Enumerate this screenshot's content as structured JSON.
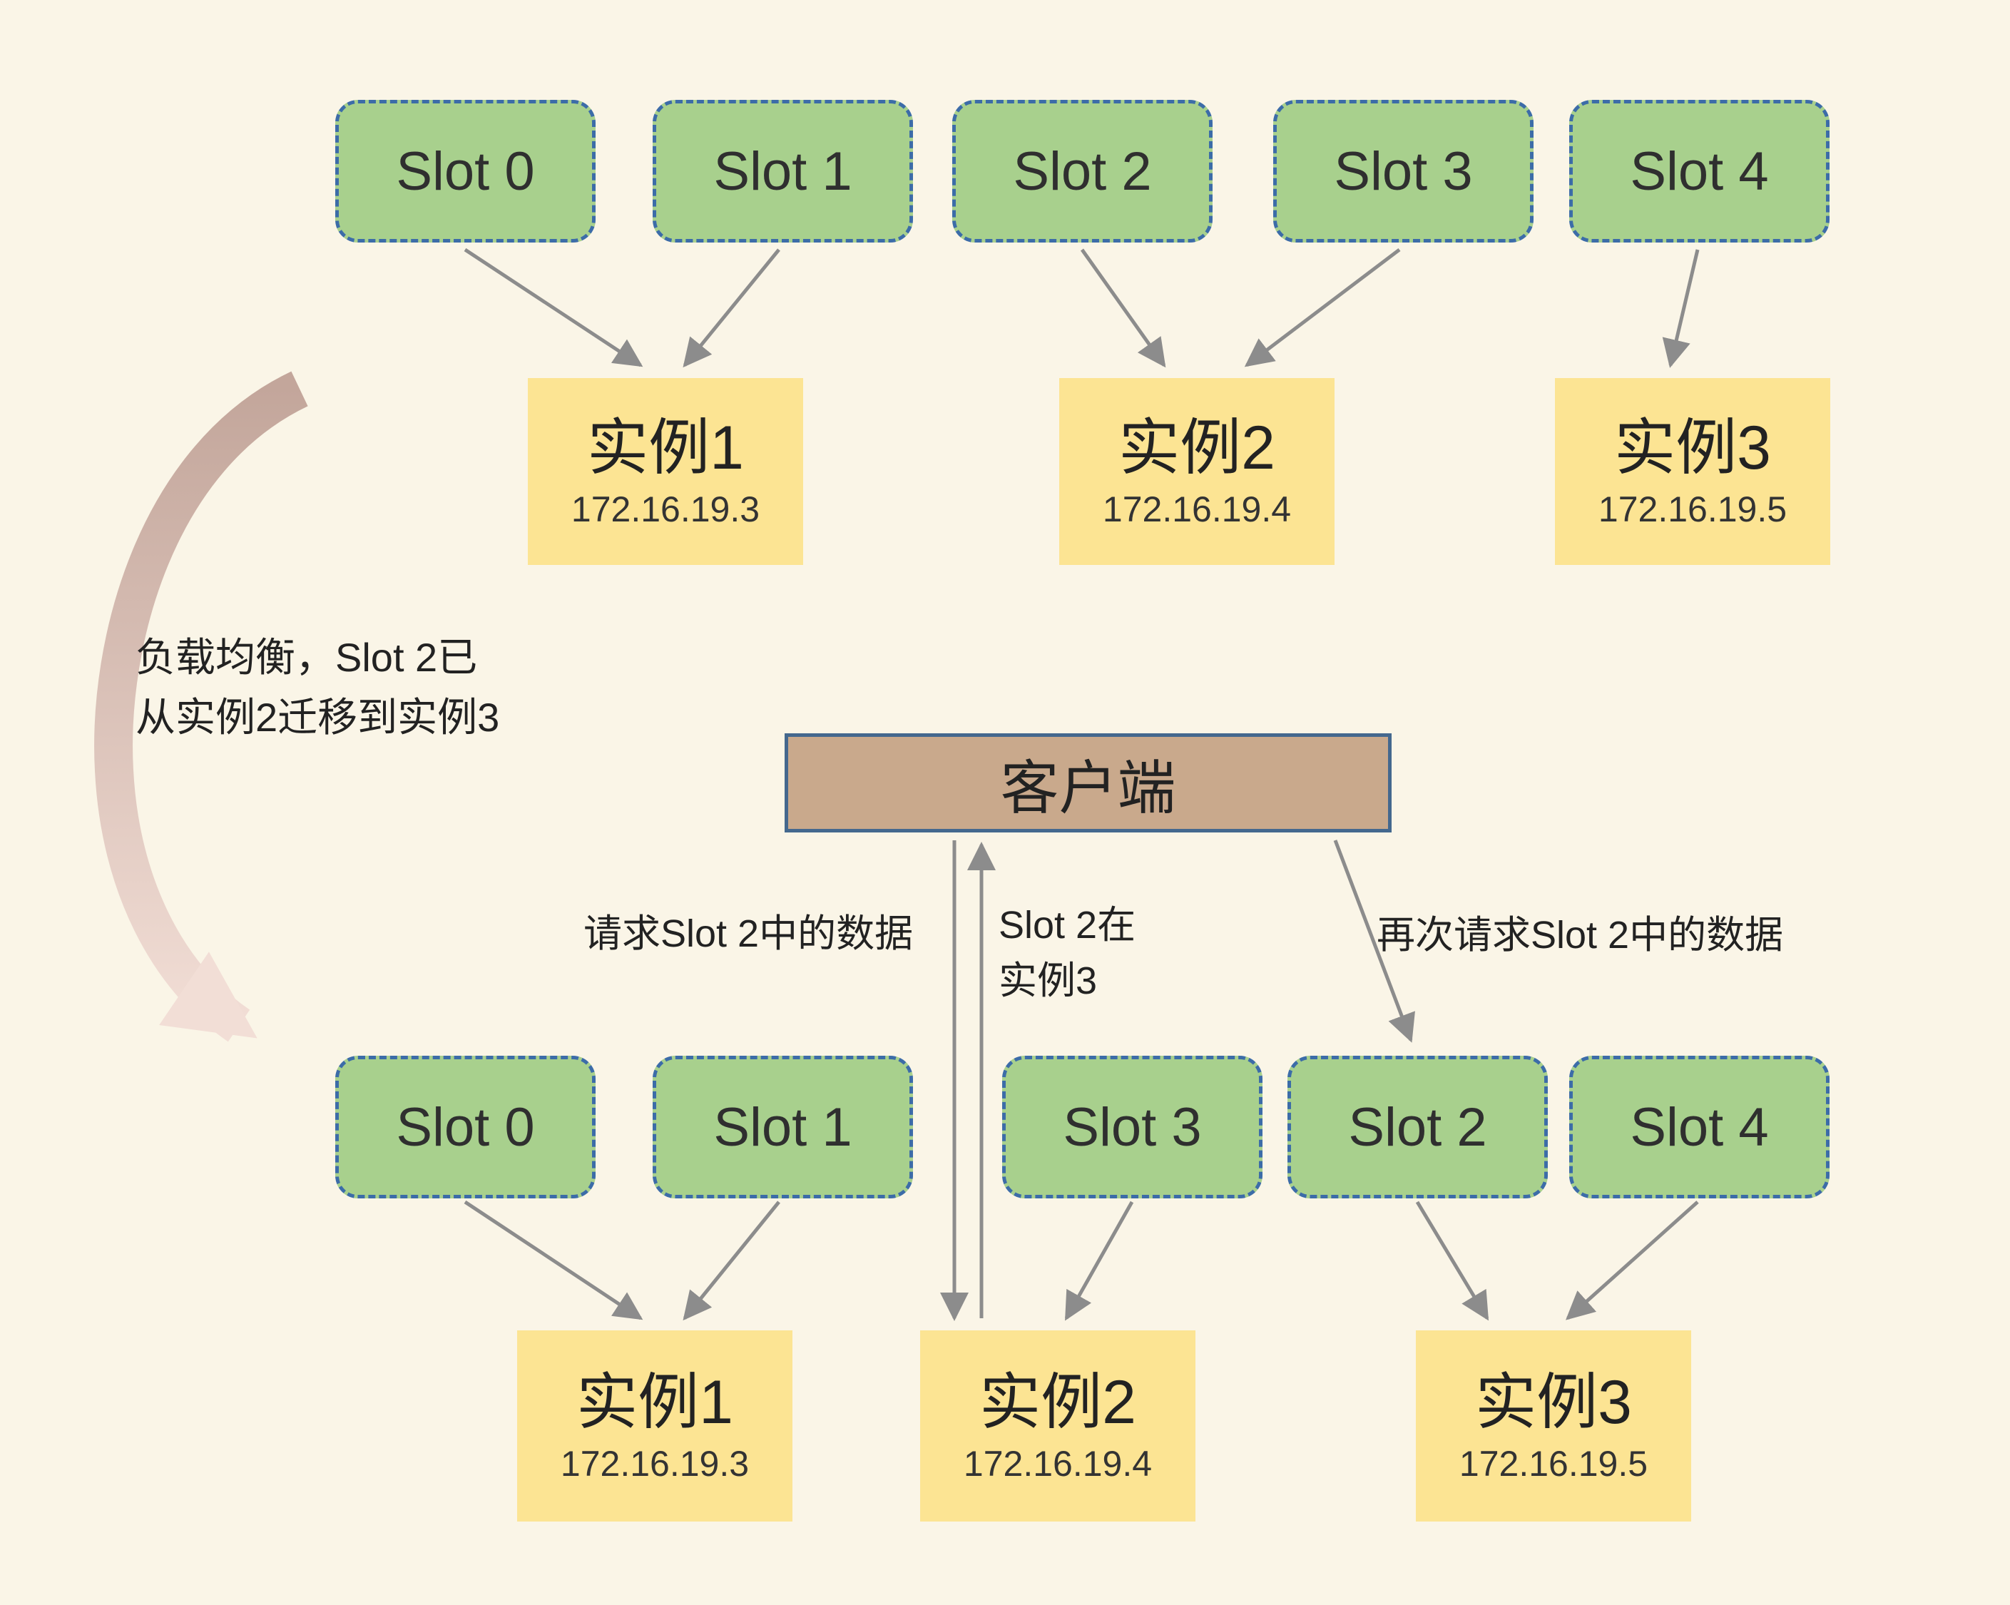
{
  "diagram": {
    "before": {
      "slots": [
        "Slot 0",
        "Slot 1",
        "Slot 2",
        "Slot 3",
        "Slot 4"
      ],
      "instances": [
        {
          "name": "实例1",
          "ip": "172.16.19.3"
        },
        {
          "name": "实例2",
          "ip": "172.16.19.4"
        },
        {
          "name": "实例3",
          "ip": "172.16.19.5"
        }
      ],
      "mapping": [
        {
          "from": "Slot 0",
          "to": "实例1"
        },
        {
          "from": "Slot 1",
          "to": "实例1"
        },
        {
          "from": "Slot 2",
          "to": "实例2"
        },
        {
          "from": "Slot 3",
          "to": "实例2"
        },
        {
          "from": "Slot 4",
          "to": "实例3"
        }
      ]
    },
    "migration_note_line1": "负载均衡，Slot 2已",
    "migration_note_line2": "从实例2迁移到实例3",
    "after": {
      "client": "客户端",
      "slots": [
        "Slot 0",
        "Slot 1",
        "Slot 3",
        "Slot 2",
        "Slot 4"
      ],
      "instances": [
        {
          "name": "实例1",
          "ip": "172.16.19.3"
        },
        {
          "name": "实例2",
          "ip": "172.16.19.4"
        },
        {
          "name": "实例3",
          "ip": "172.16.19.5"
        }
      ],
      "mapping": [
        {
          "from": "Slot 0",
          "to": "实例1"
        },
        {
          "from": "Slot 1",
          "to": "实例1"
        },
        {
          "from": "Slot 3",
          "to": "实例2"
        },
        {
          "from": "Slot 2",
          "to": "实例3"
        },
        {
          "from": "Slot 4",
          "to": "实例3"
        }
      ],
      "annotations": {
        "request": "请求Slot 2中的数据",
        "redirect_line1": "Slot 2在",
        "redirect_line2": "实例3",
        "retry": "再次请求Slot 2中的数据"
      }
    },
    "colors": {
      "background": "#faf5e7",
      "slot_fill": "#a8d08d",
      "slot_border": "#3c6ca8",
      "instance_fill": "#fce493",
      "client_fill": "#c9a98c",
      "client_border": "#44688e",
      "arrow": "#8c8c8c",
      "migration_arrow_start": "#c3a69b",
      "migration_arrow_end": "#f2ded6"
    }
  }
}
